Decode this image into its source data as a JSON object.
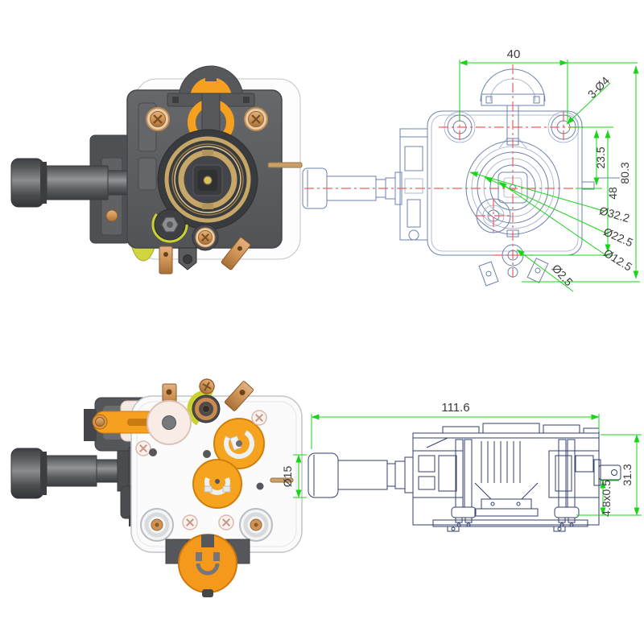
{
  "colors": {
    "background": "#ffffff",
    "dimension_line_green": "#1ad41a",
    "centerline_red": "#f25c5c",
    "front_drawing_line": "#6d81ad",
    "side_drawing_line": "#33406e",
    "dimension_text": "#3a3a3a",
    "body_dark_gray": "#5a5c60",
    "accent_orange": "#f5a01e",
    "brass": "#c9a869",
    "copper": "#c98a4b",
    "plate_white": "#fafbfb",
    "accent_yellow_green": "#d2d63e"
  },
  "front_view": {
    "width": "40",
    "mounting_holes": "3-Ø4",
    "hole_offset": "23.5",
    "hole_span": "48",
    "overall_height": "80.3",
    "outer_diameter": "Ø32.2",
    "middle_diameter": "Ø22.5",
    "inner_diameter": "Ø12.5",
    "pin_diameter": "Ø2.5"
  },
  "side_view": {
    "overall_length": "111.6",
    "knob_diameter": "Ø15",
    "terminal_size": "4.8x0.5",
    "overall_height": "31.3"
  }
}
